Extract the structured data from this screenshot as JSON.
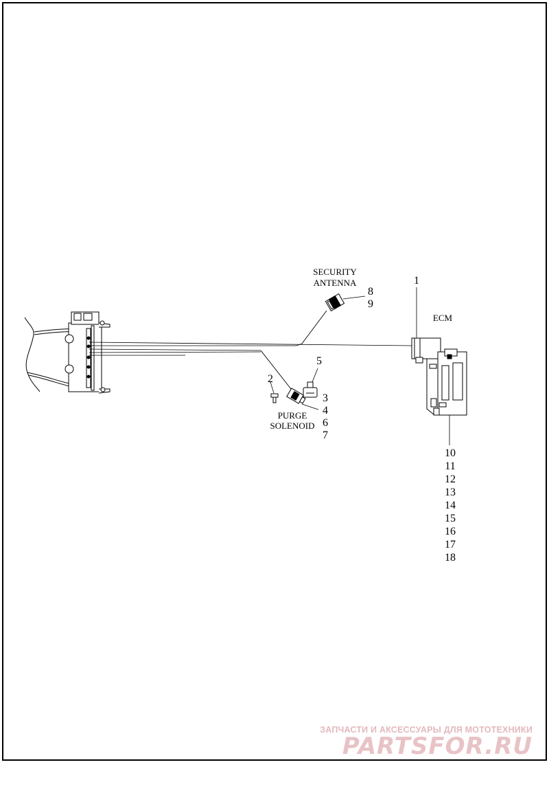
{
  "diagram": {
    "labels": {
      "security_antenna": [
        "SECURITY",
        "ANTENNA"
      ],
      "purge_solenoid": [
        "PURGE",
        "SOLENOID"
      ],
      "ecm": "ECM"
    },
    "callouts": {
      "n1": "1",
      "n2": "2",
      "n3": "3",
      "n4": "4",
      "n5": "5",
      "n6": "6",
      "n7": "7",
      "n8": "8",
      "n9": "9",
      "ecm_list": [
        "10",
        "11",
        "12",
        "13",
        "14",
        "15",
        "16",
        "17",
        "18"
      ]
    }
  },
  "watermark": {
    "tagline": "ЗАПЧАСТИ И АКСЕССУАРЫ ДЛЯ МОТОТЕХНИКИ",
    "brand": "PARTSFOR.RU"
  }
}
